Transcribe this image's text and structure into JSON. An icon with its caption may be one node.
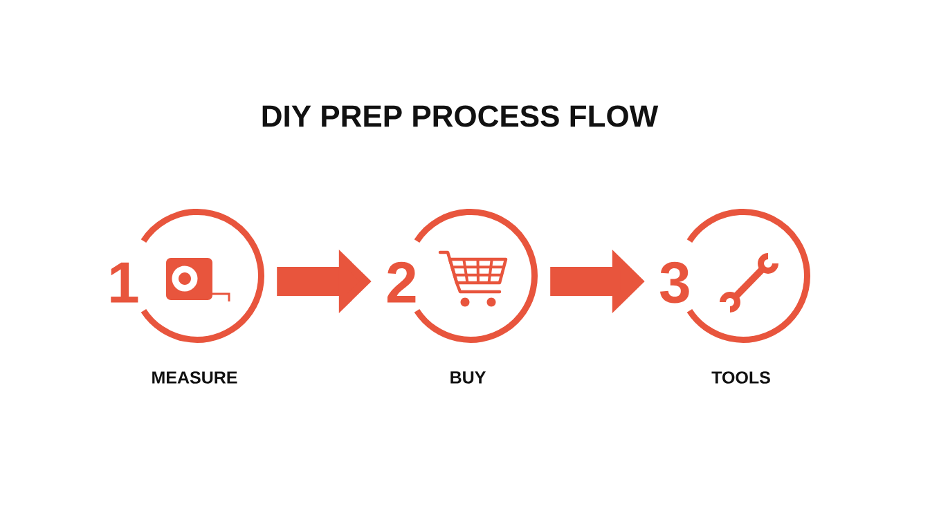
{
  "diagram": {
    "title": "DIY PREP PROCESS FLOW",
    "nodes": [
      {
        "text": [
          "1"
        ],
        "beside": [
          "MEASURE"
        ]
      },
      {
        "text": [
          "2"
        ],
        "beside": [
          "BUY"
        ]
      },
      {
        "text": [
          "3"
        ],
        "beside": [
          "TOOLS"
        ]
      }
    ],
    "edges": [
      {
        "from": 0,
        "to": 1,
        "arrow": "to"
      },
      {
        "from": 1,
        "to": 2,
        "arrow": "to"
      }
    ]
  }
}
